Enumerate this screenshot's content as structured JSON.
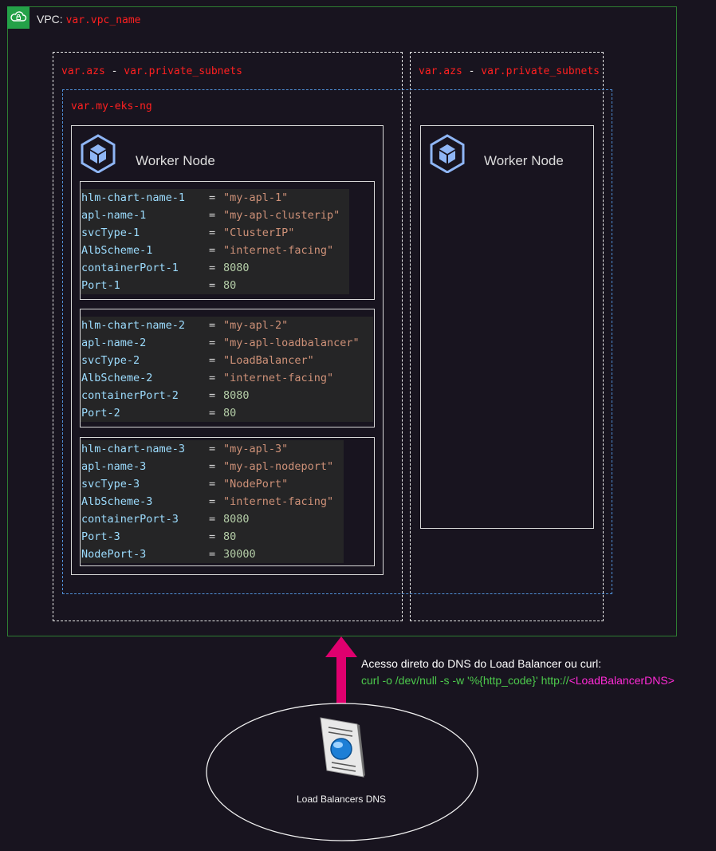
{
  "vpc": {
    "label": "VPC: ",
    "name": "var.vpc_name"
  },
  "subnets": [
    {
      "azs": "var.azs",
      "sep": " - ",
      "subnets": "var.private_subnets"
    },
    {
      "azs": "var.azs",
      "sep": " - ",
      "subnets": "var.private_subnets"
    }
  ],
  "node_group": {
    "name": "var.my-eks-ng"
  },
  "workers": [
    {
      "title": "Worker Node"
    },
    {
      "title": "Worker Node"
    }
  ],
  "charts": [
    {
      "rows": [
        {
          "key": "hlm-chart-name-1",
          "value": "\"my-apl-1\"",
          "kind": "s"
        },
        {
          "key": "apl-name-1",
          "value": "\"my-apl-clusterip\"",
          "kind": "s"
        },
        {
          "key": "svcType-1",
          "value": "\"ClusterIP\"",
          "kind": "s"
        },
        {
          "key": "AlbScheme-1",
          "value": "\"internet-facing\"",
          "kind": "s"
        },
        {
          "key": "containerPort-1",
          "value": "8080",
          "kind": "n"
        },
        {
          "key": "Port-1",
          "value": "80",
          "kind": "n"
        }
      ]
    },
    {
      "rows": [
        {
          "key": "hlm-chart-name-2",
          "value": "\"my-apl-2\"",
          "kind": "s"
        },
        {
          "key": "apl-name-2",
          "value": "\"my-apl-loadbalancer\"",
          "kind": "s"
        },
        {
          "key": "svcType-2",
          "value": "\"LoadBalancer\"",
          "kind": "s"
        },
        {
          "key": "AlbScheme-2",
          "value": "\"internet-facing\"",
          "kind": "s"
        },
        {
          "key": "containerPort-2",
          "value": "8080",
          "kind": "n"
        },
        {
          "key": "Port-2",
          "value": "80",
          "kind": "n"
        }
      ]
    },
    {
      "rows": [
        {
          "key": "hlm-chart-name-3",
          "value": "\"my-apl-3\"",
          "kind": "s"
        },
        {
          "key": "apl-name-3",
          "value": "\"my-apl-nodeport\"",
          "kind": "s"
        },
        {
          "key": "svcType-3",
          "value": "\"NodePort\"",
          "kind": "s"
        },
        {
          "key": "AlbScheme-3",
          "value": "\"internet-facing\"",
          "kind": "s"
        },
        {
          "key": "containerPort-3",
          "value": "8080",
          "kind": "n"
        },
        {
          "key": "Port-3",
          "value": "80",
          "kind": "n"
        },
        {
          "key": "NodePort-3",
          "value": "30000",
          "kind": "n"
        }
      ]
    }
  ],
  "access": {
    "line1": "Acesso direto do DNS do Load Balancer ou curl:",
    "cmd": "curl -o /dev/null -s -w '%{http_code}' http://",
    "placeholder": "<LoadBalancerDNS>"
  },
  "load_balancer": {
    "label": "Load Balancers DNS"
  },
  "colors": {
    "vpc_border": "#2e7d32",
    "node_group_border": "#4f8fd6",
    "arrow": "#e0006e",
    "accent_red": "#ff2020",
    "cmd_green": "#4cc94c",
    "placeholder_magenta": "#ff2bd6"
  }
}
